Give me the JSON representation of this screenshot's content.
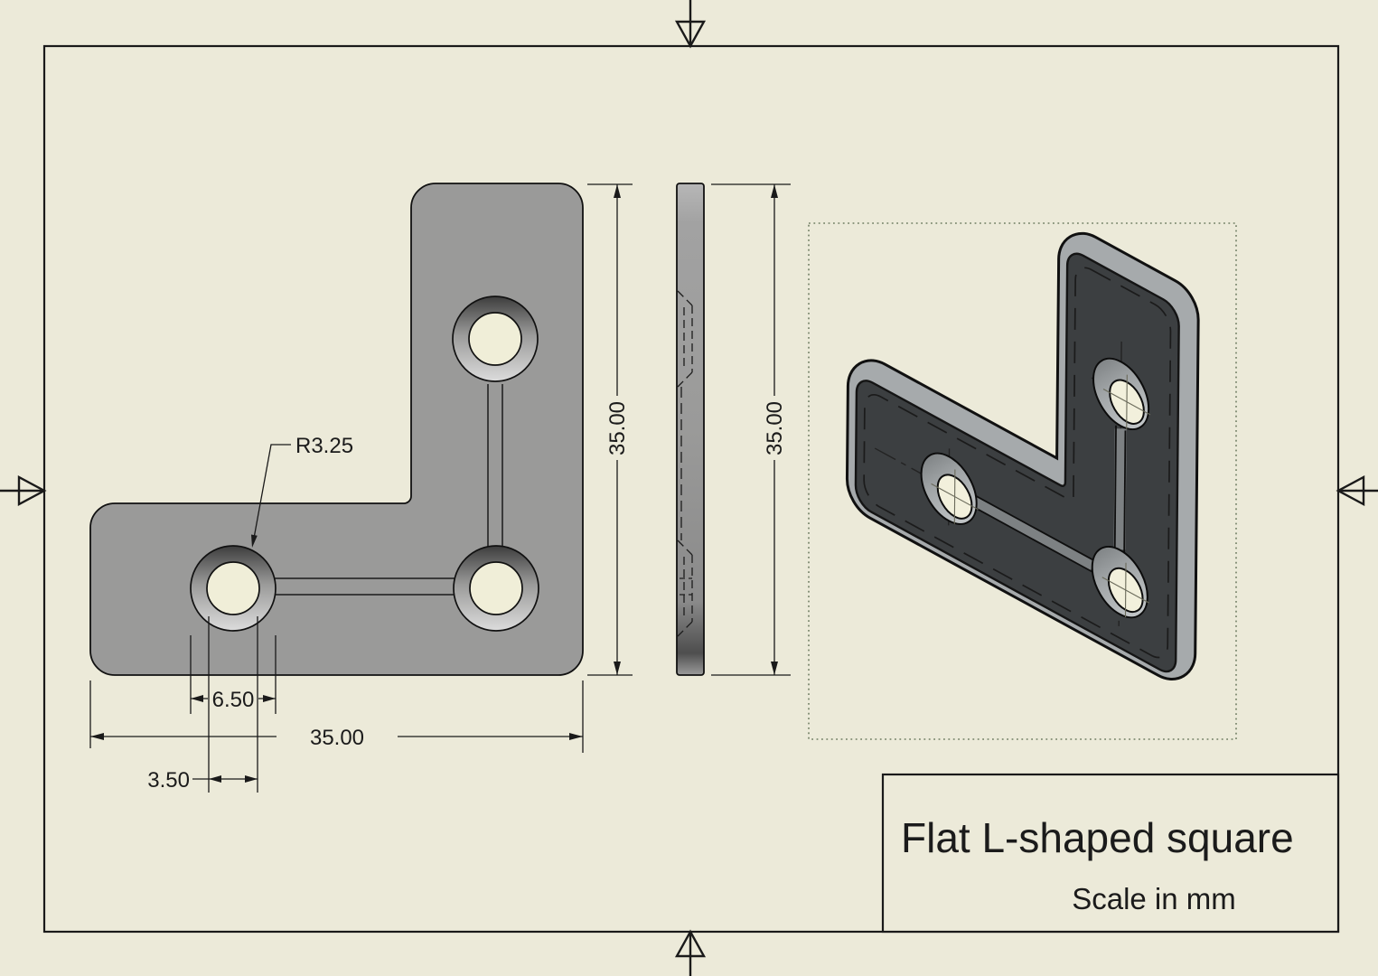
{
  "title_block": {
    "title": "Flat L-shaped square",
    "scale_note": "Scale in mm"
  },
  "dims": {
    "fillet_radius": "R3.25",
    "front_height": "35.00",
    "side_height": "35.00",
    "overall_width": "35.00",
    "boss_diameter": "6.50",
    "hole_offset": "3.50"
  },
  "colors": {
    "background": "#ECEAD9",
    "part_gray": "#9A9A99",
    "iso_face": "#3C3F41",
    "iso_side": "#A6AAAC",
    "line": "#1A1A1A",
    "selection_dots": "#6F7D62"
  }
}
